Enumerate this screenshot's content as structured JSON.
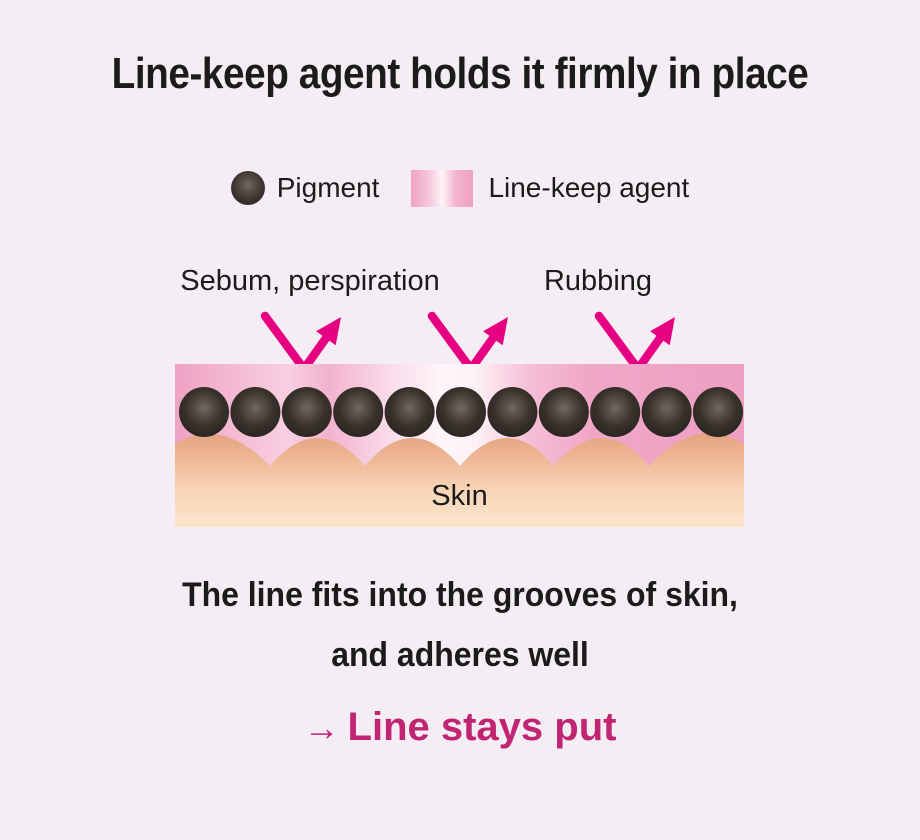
{
  "title": "Line-keep agent holds it firmly in place",
  "legend": {
    "pigment_label": "Pigment",
    "agent_label": "Line-keep agent"
  },
  "diagram": {
    "sebum_label": "Sebum, perspiration",
    "rubbing_label": "Rubbing",
    "skin_label": "Skin",
    "pigment_count": 11
  },
  "caption": {
    "line1": "The line fits into the grooves of skin,",
    "line2": "and adheres well"
  },
  "conclusion": {
    "arrow": "→",
    "text": "Line stays put"
  },
  "colors": {
    "background": "#f4eef4",
    "text": "#1b1b1b",
    "arrow_pink": "#e60082",
    "conclusion_pink": "#c12572",
    "bar_pink": "#efa2c4",
    "bar_highlight": "#fef6fa",
    "skin_top": "#e5a27e",
    "skin_bottom": "#fce5cc",
    "pigment_dark": "#292320",
    "pigment_highlight": "#72695f"
  }
}
